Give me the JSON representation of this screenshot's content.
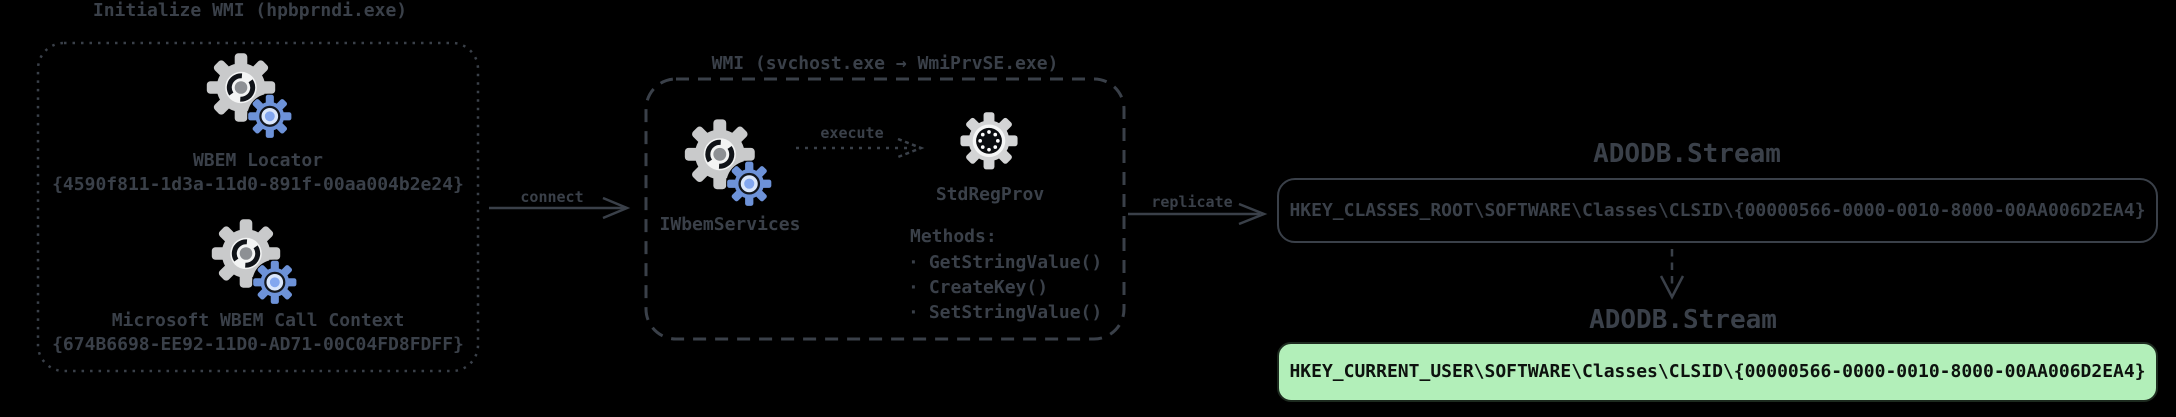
{
  "colors": {
    "background": "#000000",
    "ink": "#3a4049",
    "highlight_bg": "#b2efb9",
    "highlight_ink": "#0d120e",
    "gear_gray": "#c9cacb",
    "gear_blue": "#6d92d8"
  },
  "left_group": {
    "title": "Initialize WMI (hpbprndi.exe)",
    "nodes": [
      {
        "icon": "gears-icon",
        "label": "WBEM Locator",
        "clsid": "{4590f811-1d3a-11d0-891f-00aa004b2e24}"
      },
      {
        "icon": "gears-icon",
        "label": "Microsoft WBEM Call Context",
        "clsid": "{674B6698-EE92-11D0-AD71-00C04FD8FDFF}"
      }
    ]
  },
  "edges": {
    "connect": "connect",
    "execute": "execute",
    "replicate": "replicate"
  },
  "middle_group": {
    "title": "WMI (svchost.exe → WmiPrvSE.exe)",
    "client": {
      "icon": "gears-icon",
      "label": "IWbemServices"
    },
    "provider": {
      "icon": "provider-gear-icon",
      "label": "StdRegProv",
      "methods_title": "Methods:",
      "bullet": "·",
      "methods": [
        "GetStringValue()",
        "CreateKey()",
        "SetStringValue()"
      ]
    }
  },
  "right_group": {
    "source": {
      "title": "ADODB.Stream",
      "key": "HKEY_CLASSES_ROOT\\SOFTWARE\\Classes\\CLSID\\{00000566-0000-0010-8000-00AA006D2EA4}"
    },
    "target": {
      "title": "ADODB.Stream",
      "key": "HKEY_CURRENT_USER\\SOFTWARE\\Classes\\CLSID\\{00000566-0000-0010-8000-00AA006D2EA4}"
    }
  }
}
